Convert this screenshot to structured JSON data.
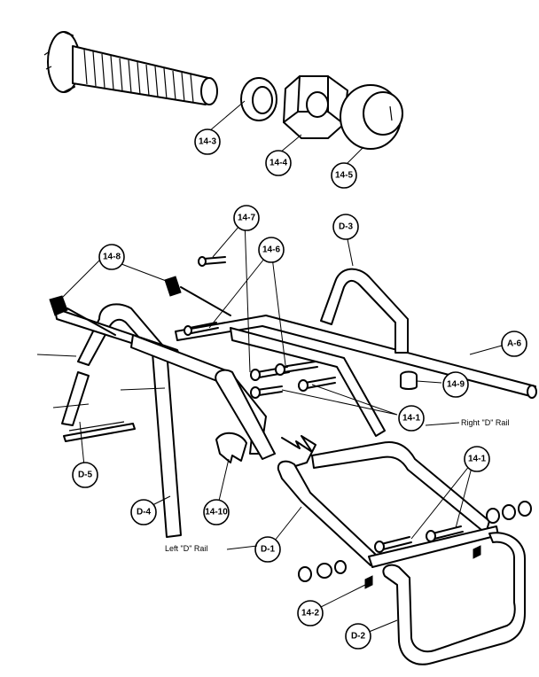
{
  "callouts": [
    {
      "id": "c-14-3",
      "label": "14-3"
    },
    {
      "id": "c-14-4",
      "label": "14-4"
    },
    {
      "id": "c-14-5",
      "label": "14-5"
    },
    {
      "id": "c-14-7",
      "label": "14-7"
    },
    {
      "id": "c-d-3",
      "label": "D-3"
    },
    {
      "id": "c-14-8",
      "label": "14-8"
    },
    {
      "id": "c-14-6",
      "label": "14-6"
    },
    {
      "id": "c-a-6",
      "label": "A-6"
    },
    {
      "id": "c-14-9",
      "label": "14-9"
    },
    {
      "id": "c-14-1a",
      "label": "14-1"
    },
    {
      "id": "c-14-1b",
      "label": "14-1"
    },
    {
      "id": "c-d-5",
      "label": "D-5"
    },
    {
      "id": "c-d-4",
      "label": "D-4"
    },
    {
      "id": "c-14-10",
      "label": "14-10"
    },
    {
      "id": "c-d-1",
      "label": "D-1"
    },
    {
      "id": "c-14-2",
      "label": "14-2"
    },
    {
      "id": "c-d-2",
      "label": "D-2"
    }
  ],
  "notes": {
    "right_rail": "Right \"D\" Rail",
    "left_rail": "Left \"D\" Rail"
  }
}
